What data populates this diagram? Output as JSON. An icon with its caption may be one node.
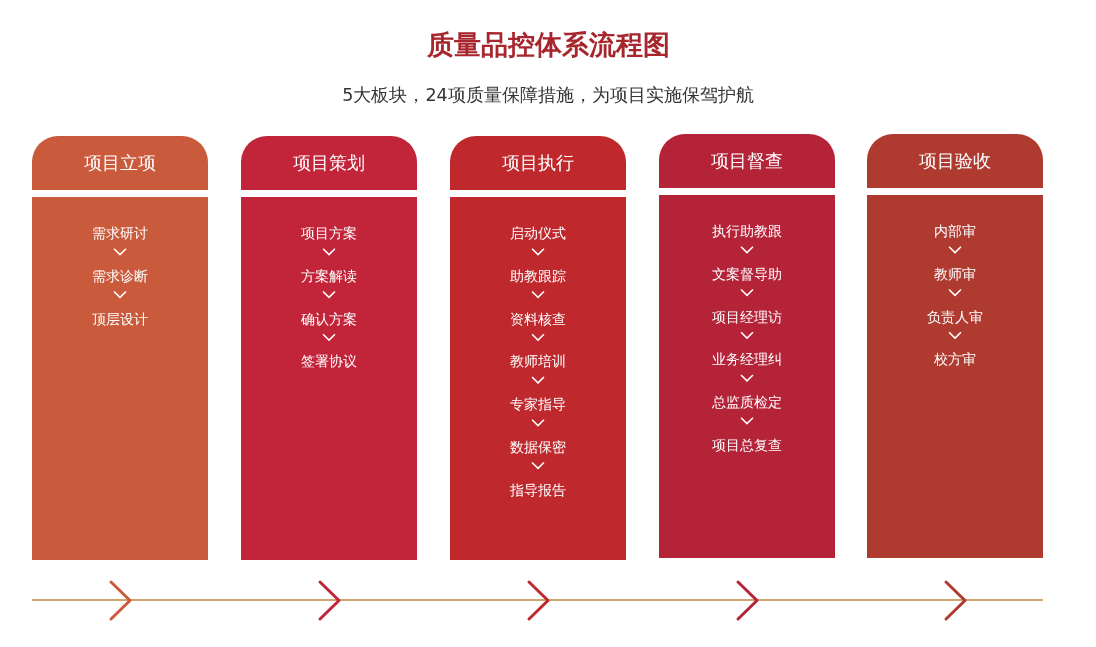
{
  "diagram": {
    "title": "质量品控体系流程图",
    "nodes": [
      {
        "text": [
          "项目立项"
        ]
      },
      {
        "text": [],
        "shape": "box"
      },
      {
        "text": [
          "需求研讨"
        ],
        "in": 1
      },
      {
        "text": [
          "需求诊断"
        ],
        "in": 1
      },
      {
        "text": [
          "顶层设计"
        ],
        "in": 1
      },
      {
        "text": [
          "项目策划"
        ]
      },
      {
        "text": [],
        "shape": "box"
      },
      {
        "text": [
          "项目方案"
        ],
        "in": 6
      },
      {
        "text": [
          "方案解读"
        ],
        "in": 6
      },
      {
        "text": [
          "确认方案"
        ],
        "in": 6
      },
      {
        "text": [
          "签署协议"
        ],
        "in": 6
      },
      {
        "text": [
          "项目执行"
        ]
      },
      {
        "text": [],
        "shape": "box"
      },
      {
        "text": [
          "启动仪式"
        ],
        "in": 12
      },
      {
        "text": [
          "助教跟踪"
        ],
        "in": 12
      },
      {
        "text": [
          "资料核查"
        ],
        "in": 12
      },
      {
        "text": [
          "教师培训"
        ],
        "in": 12
      },
      {
        "text": [
          "专家指导"
        ],
        "in": 12
      },
      {
        "text": [
          "数据保密"
        ],
        "in": 12
      },
      {
        "text": [
          "指导报告"
        ],
        "in": 12
      },
      {
        "text": [
          "项目督查"
        ]
      },
      {
        "text": [],
        "shape": "box"
      },
      {
        "text": [
          "执行助教跟"
        ],
        "in": 21
      },
      {
        "text": [
          "文案督导助"
        ],
        "in": 21
      },
      {
        "text": [
          "项目经理访"
        ],
        "in": 21
      },
      {
        "text": [
          "业务经理纠"
        ],
        "in": 21
      },
      {
        "text": [
          "总监质检定"
        ],
        "in": 21
      },
      {
        "text": [
          "项目总复查"
        ],
        "in": 21
      },
      {
        "text": [
          "项目验收"
        ]
      },
      {
        "text": [],
        "shape": "box"
      },
      {
        "text": [
          "内部审"
        ],
        "in": 29
      },
      {
        "text": [
          "教师审"
        ],
        "in": 29
      },
      {
        "text": [
          "负责人审"
        ],
        "in": 29
      },
      {
        "text": [
          "校方审"
        ],
        "in": 29
      }
    ],
    "edges": [
      {
        "from": 2,
        "to": 3,
        "arrow": "to"
      },
      {
        "from": 3,
        "to": 4,
        "arrow": "to"
      },
      {
        "from": 7,
        "to": 8,
        "arrow": "to"
      },
      {
        "from": 8,
        "to": 9,
        "arrow": "to"
      },
      {
        "from": 9,
        "to": 10,
        "arrow": "to"
      },
      {
        "from": 13,
        "to": 14,
        "arrow": "to"
      },
      {
        "from": 14,
        "to": 15,
        "arrow": "to"
      },
      {
        "from": 15,
        "to": 16,
        "arrow": "to"
      },
      {
        "from": 16,
        "to": 17,
        "arrow": "to"
      },
      {
        "from": 17,
        "to": 18,
        "arrow": "to"
      },
      {
        "from": 18,
        "to": 19,
        "arrow": "to"
      },
      {
        "from": 22,
        "to": 23,
        "arrow": "to"
      },
      {
        "from": 23,
        "to": 24,
        "arrow": "to"
      },
      {
        "from": 24,
        "to": 25,
        "arrow": "to"
      },
      {
        "from": 25,
        "to": 26,
        "arrow": "to"
      },
      {
        "from": 26,
        "to": 27,
        "arrow": "to"
      },
      {
        "from": 30,
        "to": 31,
        "arrow": "to"
      },
      {
        "from": 31,
        "to": 32,
        "arrow": "to"
      },
      {
        "from": 32,
        "to": 33,
        "arrow": "to"
      }
    ],
    "labels": [
      "5大板块，24项质量保障措施，为项目实施保驾护航"
    ]
  }
}
